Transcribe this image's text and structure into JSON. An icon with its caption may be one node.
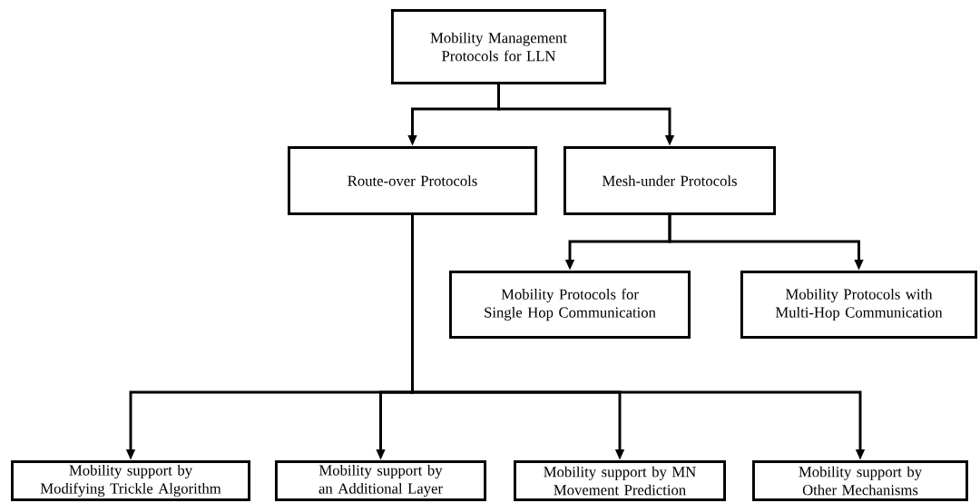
{
  "diagram": {
    "nodes": [
      {
        "text": [
          "Mobility Management Protocols for LLN"
        ]
      },
      {
        "text": [
          "Route-over Protocols"
        ]
      },
      {
        "text": [
          "Mesh-under Protocols"
        ]
      },
      {
        "text": [
          "Mobility Protocols for Single Hop Communication"
        ]
      },
      {
        "text": [
          "Mobility Protocols with Multi-Hop Communication"
        ]
      },
      {
        "text": [
          "Mobility support by Modifying Trickle Algorithm"
        ]
      },
      {
        "text": [
          "Mobility support by an Additional Layer"
        ]
      },
      {
        "text": [
          "Mobility support by MN Movement Prediction"
        ]
      },
      {
        "text": [
          "Mobility support by Other Mechanisms"
        ]
      }
    ],
    "edges": [
      {
        "from": 0,
        "to": 1,
        "arrow": "to"
      },
      {
        "from": 0,
        "to": 2,
        "arrow": "to"
      },
      {
        "from": 2,
        "to": 3,
        "arrow": "to"
      },
      {
        "from": 2,
        "to": 4,
        "arrow": "to"
      },
      {
        "from": 1,
        "to": 5,
        "arrow": "to"
      },
      {
        "from": 1,
        "to": 6,
        "arrow": "to"
      },
      {
        "from": 1,
        "to": 7,
        "arrow": "to"
      },
      {
        "from": 1,
        "to": 8,
        "arrow": "to"
      }
    ]
  }
}
